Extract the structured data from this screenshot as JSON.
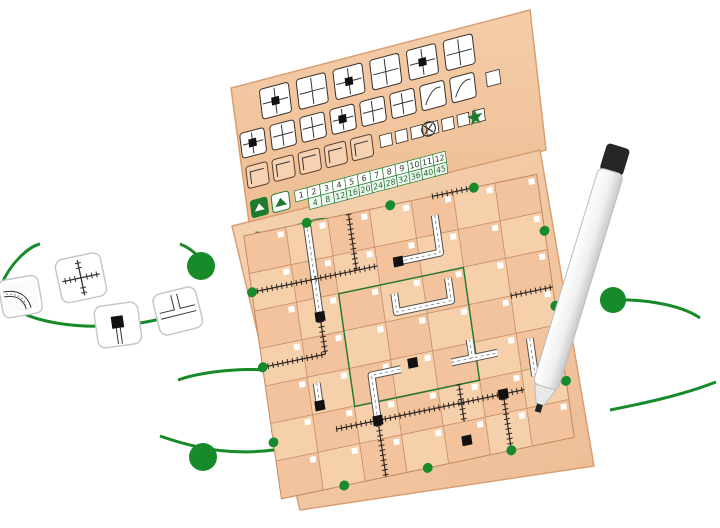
{
  "colors": {
    "board_paper": "#f2c49f",
    "board_paper_light": "#f7d6b8",
    "board_edge": "#d99f73",
    "grid_line": "#c8916a",
    "road": "#ffffff",
    "road_outline": "#55504c",
    "station": "#111111",
    "accent_green": "#1d7a2e",
    "exit_dot": "#178a2a",
    "score_box": "#ffffff",
    "pen_body": "#f4f4f4",
    "pen_cap": "#222222"
  },
  "score_table": {
    "counts": [
      "1",
      "2",
      "3",
      "4",
      "5",
      "6",
      "7",
      "8",
      "9",
      "10",
      "11",
      "12"
    ],
    "points": [
      "4",
      "8",
      "12",
      "16",
      "20",
      "24",
      "28",
      "32",
      "36",
      "40",
      "45"
    ]
  },
  "icons": {
    "dice": [
      "dice-curve-icon",
      "dice-straight-icon",
      "dice-station-icon",
      "dice-junction-icon"
    ],
    "special_routes": [
      "crossroad-icon"
    ],
    "score_icons": [
      "highway-icon",
      "railway-icon"
    ],
    "tools": [
      "marker-pen-icon"
    ]
  },
  "board": {
    "grid_size": 7,
    "central_area": "3x3"
  }
}
